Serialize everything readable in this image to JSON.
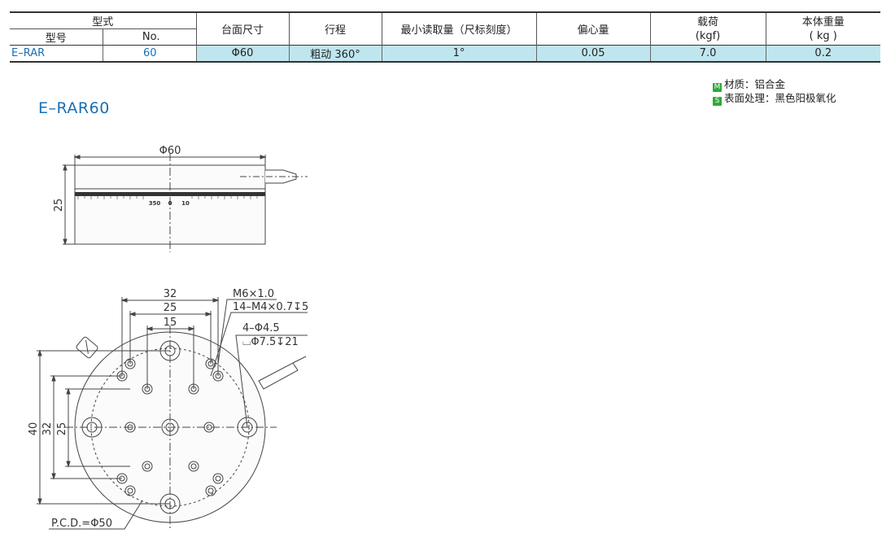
{
  "table": {
    "header_group": "型式",
    "sub_model": "型号",
    "sub_no": "No.",
    "col_table_size": "台面尺寸",
    "col_stroke": "行程",
    "col_min_read": "最小读取量（尺标刻度）",
    "col_eccentric": "偏心量",
    "col_load_1": "载荷",
    "col_load_2": "(kgf)",
    "col_weight_1": "本体重量",
    "col_weight_2": "( kg )",
    "row": {
      "model": "E–RAR",
      "no": "60",
      "table_size": "Φ60",
      "stroke": "粗动  360°",
      "min_read": "1°",
      "eccentric": "0.05",
      "load": "7.0",
      "weight": "0.2"
    }
  },
  "product_title": "E–RAR60",
  "material": {
    "m_badge": "M",
    "m_text": "材质：铝合金",
    "s_badge": "S",
    "s_text": "表面处理：黑色阳极氧化"
  },
  "side_view": {
    "dim_width": "Φ60",
    "dim_height": "25",
    "scale_left": "350",
    "scale_mid": "0",
    "scale_right": "10"
  },
  "top_view": {
    "dim_32": "32",
    "dim_25": "25",
    "dim_15": "15",
    "callout_1": "M6×1.0",
    "callout_2": "14–M4×0.7↧5",
    "callout_3": "4–Φ4.5",
    "callout_4": "⌴Φ7.5↧21",
    "v_40": "40",
    "v_32": "32",
    "v_25": "25",
    "pcd": "P.C.D.=Φ50"
  },
  "colors": {
    "accent": "#1a6fb5",
    "row_highlight": "#bfe6ef",
    "badge": "#2eaa3a"
  }
}
